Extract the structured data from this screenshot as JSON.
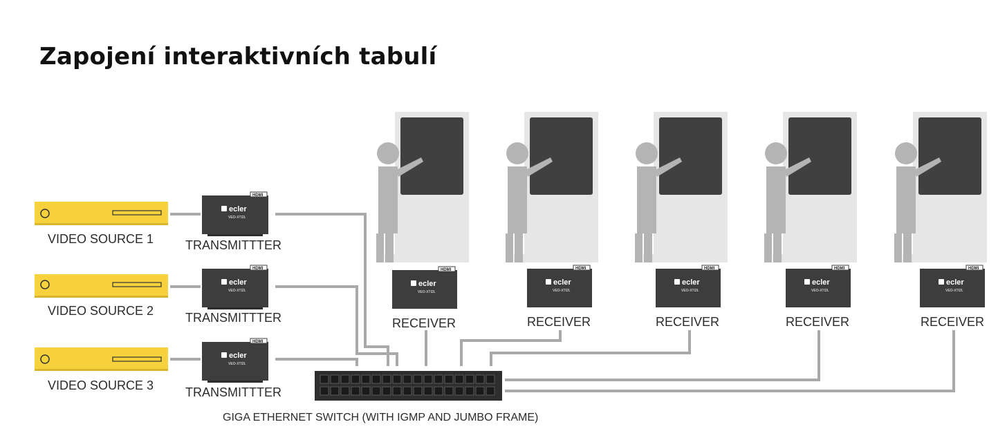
{
  "title": "Zapojení interaktivních tabulí",
  "sources": [
    {
      "label": "VIDEO SOURCE 1"
    },
    {
      "label": "VIDEO SOURCE 2"
    },
    {
      "label": "VIDEO SOURCE 3"
    }
  ],
  "transmitter_label": "TRANSMITTTER",
  "receiver_label": "RECEIVER",
  "switch_label": "GIGA ETHERNET SWITCH (WITH IGMP AND JUMBO FRAME)",
  "device": {
    "brand": "ecler",
    "model": "VEO-XTI2L",
    "port_badge": "HDMI"
  },
  "colors": {
    "source": "#f7d23c",
    "device": "#3d3d3d",
    "cable": "#a9a9a9",
    "kiosk": "#e6e6e6",
    "screen": "#404040",
    "person": "#b4b4b4"
  }
}
